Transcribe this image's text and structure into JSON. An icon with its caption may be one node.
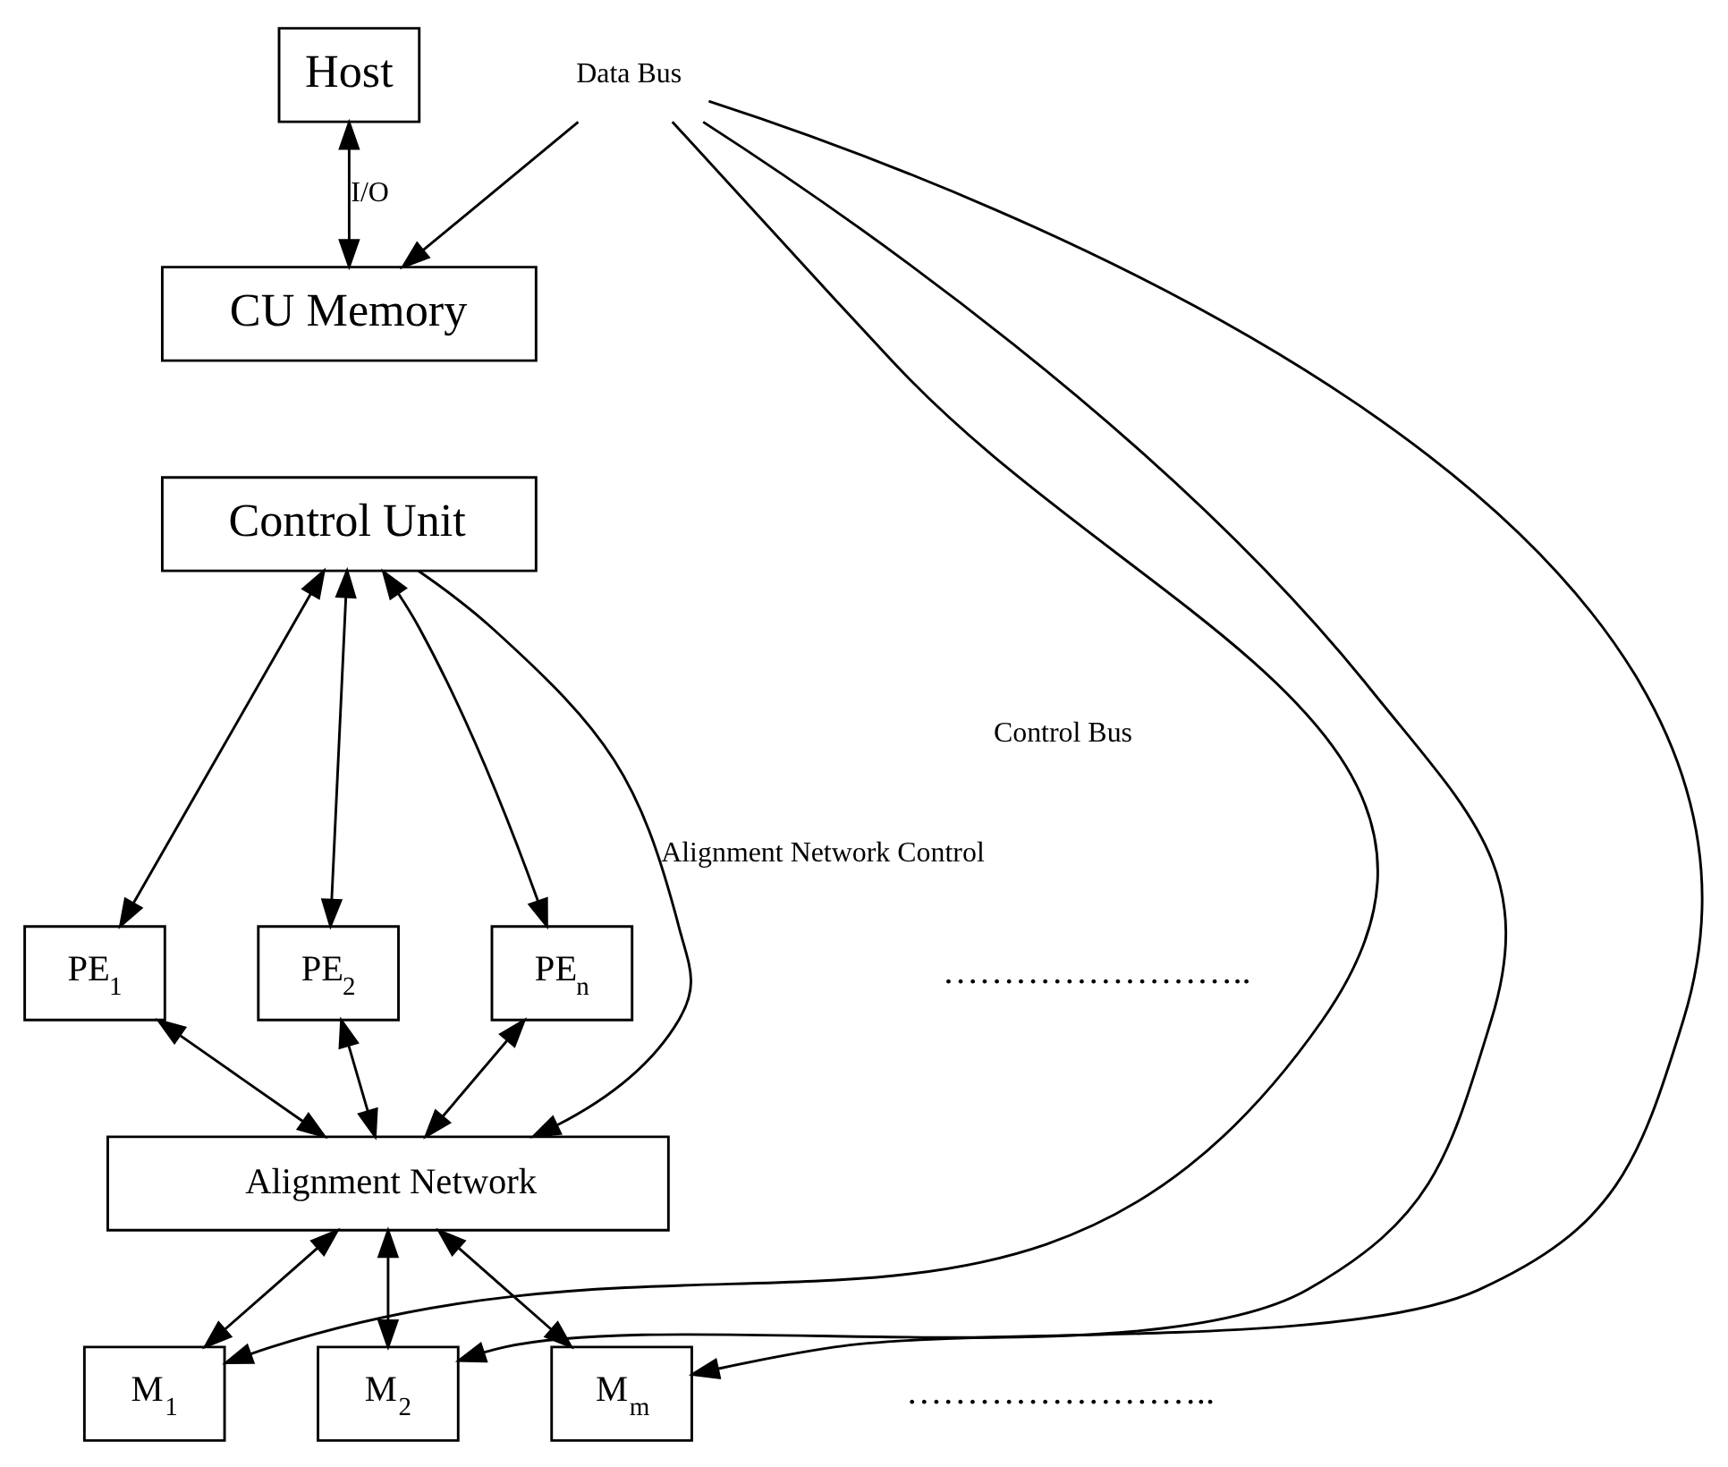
{
  "diagram": {
    "nodes": [
      {
        "text": [
          "Host"
        ]
      },
      {
        "text": [
          "CU Memory"
        ]
      },
      {
        "text": [
          "Control Unit"
        ]
      },
      {
        "text": [
          "PE$_{1}$"
        ]
      },
      {
        "text": [
          "PE$_{2}$"
        ]
      },
      {
        "text": [
          "PE$_{n}$"
        ]
      },
      {
        "text": [
          "Alignment Network"
        ]
      },
      {
        "text": [
          "M$_{1}$"
        ]
      },
      {
        "text": [
          "M$_{2}$"
        ]
      },
      {
        "text": [
          "M$_{m}$"
        ]
      },
      {
        "text": [
          "Data Bus"
        ]
      }
    ],
    "edges": [
      {
        "from": 0,
        "to": 1,
        "arrow": "both",
        "label": "I/O"
      },
      {
        "from": 10,
        "to": 1,
        "arrow": "to"
      },
      {
        "from": 2,
        "to": 6,
        "arrow": "to",
        "label": "Alignment Network Control"
      },
      {
        "from": 2,
        "to": 3,
        "arrow": "both"
      },
      {
        "from": 2,
        "to": 4,
        "arrow": "both"
      },
      {
        "from": 2,
        "to": 5,
        "arrow": "both"
      },
      {
        "from": 3,
        "to": 6,
        "arrow": "both"
      },
      {
        "from": 4,
        "to": 6,
        "arrow": "both"
      },
      {
        "from": 5,
        "to": 6,
        "arrow": "both"
      },
      {
        "from": 6,
        "to": 7,
        "arrow": "both"
      },
      {
        "from": 6,
        "to": 8,
        "arrow": "both"
      },
      {
        "from": 6,
        "to": 9,
        "arrow": "both"
      },
      {
        "from": 10,
        "to": 7,
        "arrow": "to"
      },
      {
        "from": 10,
        "to": 8,
        "arrow": "to"
      },
      {
        "from": 10,
        "to": 9,
        "arrow": "to"
      }
    ],
    "labels": [
      "Control Bus",
      "……………………..",
      "…………………….."
    ]
  }
}
